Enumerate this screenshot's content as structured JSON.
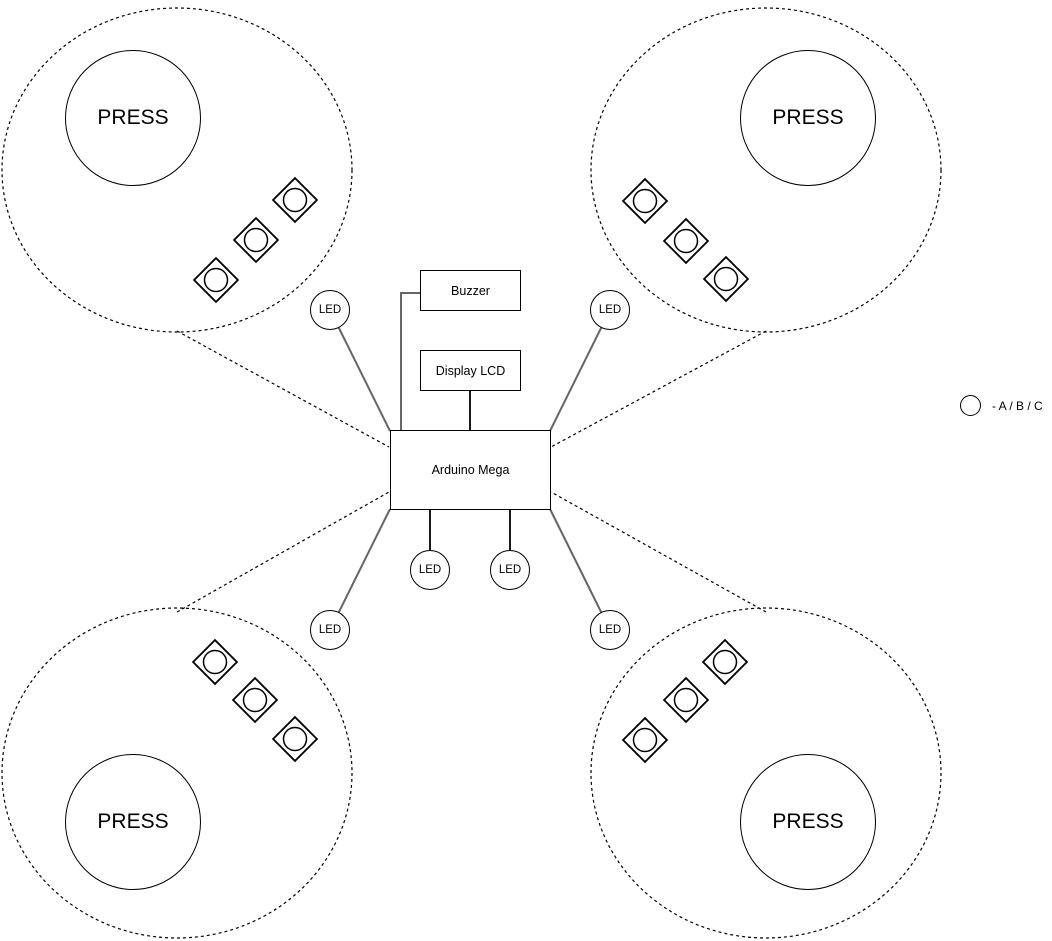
{
  "colors": {
    "ink": "#000000",
    "wire": "#666666",
    "background": "#ffffff"
  },
  "center": {
    "buzzer_label": "Buzzer",
    "display_label": "Display LCD",
    "controller_label": "Arduino Mega"
  },
  "zones": [
    {
      "id": "top-left",
      "press_label": "PRESS",
      "button_count": 3
    },
    {
      "id": "top-right",
      "press_label": "PRESS",
      "button_count": 3
    },
    {
      "id": "bottom-left",
      "press_label": "PRESS",
      "button_count": 3
    },
    {
      "id": "bottom-right",
      "press_label": "PRESS",
      "button_count": 3
    }
  ],
  "leds": [
    {
      "id": "top-left",
      "label": "LED"
    },
    {
      "id": "top-right",
      "label": "LED"
    },
    {
      "id": "center-left",
      "label": "LED"
    },
    {
      "id": "center-right",
      "label": "LED"
    },
    {
      "id": "bottom-left",
      "label": "LED"
    },
    {
      "id": "bottom-right",
      "label": "LED"
    }
  ],
  "legend": {
    "symbol_icon": "button-circle-icon",
    "text": "- A / B / C"
  },
  "icons": {
    "arcade_button": "diamond-button-icon",
    "zone_boundary": "dashed-circle"
  }
}
